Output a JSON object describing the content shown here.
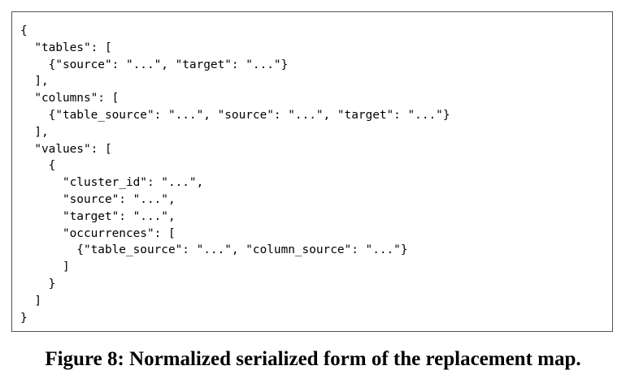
{
  "code_lines": [
    "{",
    "  \"tables\": [",
    "    {\"source\": \"...\", \"target\": \"...\"}",
    "  ],",
    "  \"columns\": [",
    "    {\"table_source\": \"...\", \"source\": \"...\", \"target\": \"...\"}",
    "  ],",
    "  \"values\": [",
    "    {",
    "      \"cluster_id\": \"...\",",
    "      \"source\": \"...\",",
    "      \"target\": \"...\",",
    "      \"occurrences\": [",
    "        {\"table_source\": \"...\", \"column_source\": \"...\"}",
    "      ]",
    "    }",
    "  ]",
    "}"
  ],
  "caption": "Figure 8: Normalized serialized form of the replacement map."
}
